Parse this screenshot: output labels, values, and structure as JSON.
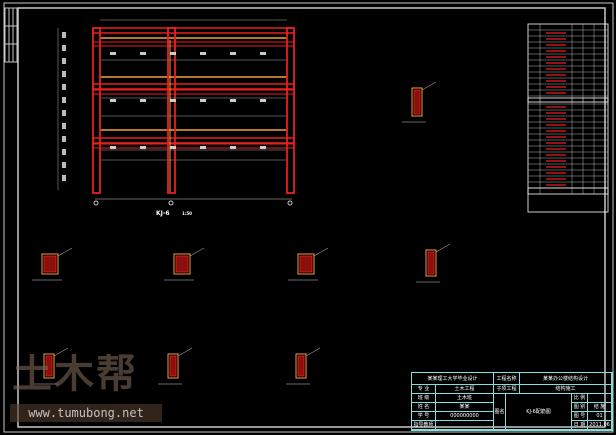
{
  "drawing": {
    "frame_label": "KJ-6",
    "frame_scale": "1:50"
  },
  "title_block": {
    "school": "某某理工大学毕业设计",
    "project_label": "工程名称",
    "project_value": "某某办公楼结构设计",
    "sub_label": "子项工程",
    "sub_value": "结构施工",
    "rows": [
      {
        "label": "专 业",
        "value": "土木工程"
      },
      {
        "label": "班 级",
        "value": "土木班"
      },
      {
        "label": "姓 名",
        "value": "某某"
      },
      {
        "label": "学 号",
        "value": "000000000"
      },
      {
        "label": "指导教师",
        "value": ""
      }
    ],
    "drawing_name_label": "图名",
    "drawing_name": "KJ-6配筋图",
    "right_rows": [
      {
        "label": "比 例",
        "value": ""
      },
      {
        "label": "图 别",
        "value": "结 施"
      },
      {
        "label": "图 号",
        "value": "01"
      },
      {
        "label": "日 期",
        "value": "2011.06"
      }
    ]
  },
  "watermark": {
    "logo": "土木帮",
    "url": "www.tumubong.net"
  },
  "colors": {
    "background": "#000000",
    "frame": "#c8c8c8",
    "column": "#e82020",
    "beam_inner": "#f0a040",
    "title_block": "#7fe0e0"
  }
}
